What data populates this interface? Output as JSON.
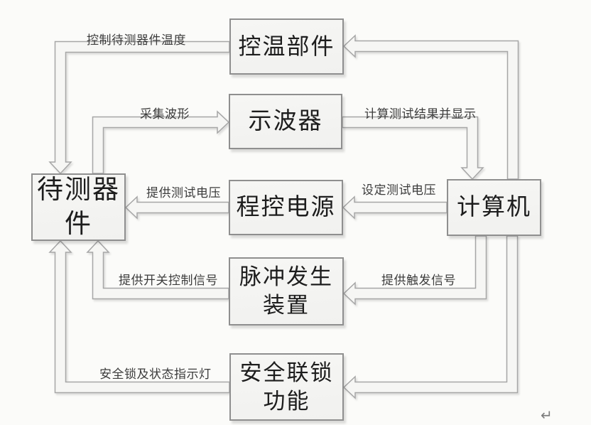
{
  "diagram": {
    "background": "#fbfbf9",
    "box_fill": "#f4f4f2",
    "box_border": "#8f8f8f",
    "arrow_fill": "#f6f6f4",
    "arrow_stroke": "#a6a6a6",
    "text_color": "#1d1d1d",
    "label_color": "#3c3c3c"
  },
  "nodes": [
    {
      "id": "dut",
      "text": "待测器\n件"
    },
    {
      "id": "temp",
      "text": "控温部件"
    },
    {
      "id": "osc",
      "text": "示波器"
    },
    {
      "id": "psu",
      "text": "程控电源"
    },
    {
      "id": "pulse",
      "text": "脉冲发生\n装置"
    },
    {
      "id": "safety",
      "text": "安全联锁\n功能"
    },
    {
      "id": "pc",
      "text": "计算机"
    }
  ],
  "arrows": [
    {
      "id": "temp-to-dut",
      "from": "temp",
      "to": "dut",
      "label": "控制待测器件温度"
    },
    {
      "id": "dut-to-osc",
      "from": "dut",
      "to": "osc",
      "label": "采集波形"
    },
    {
      "id": "osc-to-pc",
      "from": "osc",
      "to": "pc",
      "label": "计算测试结果并显示"
    },
    {
      "id": "pc-to-psu",
      "from": "pc",
      "to": "psu",
      "label": "设定测试电压"
    },
    {
      "id": "psu-to-dut",
      "from": "psu",
      "to": "dut",
      "label": "提供测试电压"
    },
    {
      "id": "pc-to-pulse",
      "from": "pc",
      "to": "pulse",
      "label": "提供触发信号"
    },
    {
      "id": "pulse-to-dut",
      "from": "pulse",
      "to": "dut",
      "label": "提供开关控制信号"
    },
    {
      "id": "pc-to-safety",
      "from": "pc",
      "to": "safety",
      "label": ""
    },
    {
      "id": "safety-to-dut",
      "from": "safety",
      "to": "dut",
      "label": "安全锁及状态指示灯"
    },
    {
      "id": "pc-to-temp",
      "from": "pc",
      "to": "temp",
      "label": ""
    }
  ],
  "return_mark": "↵"
}
